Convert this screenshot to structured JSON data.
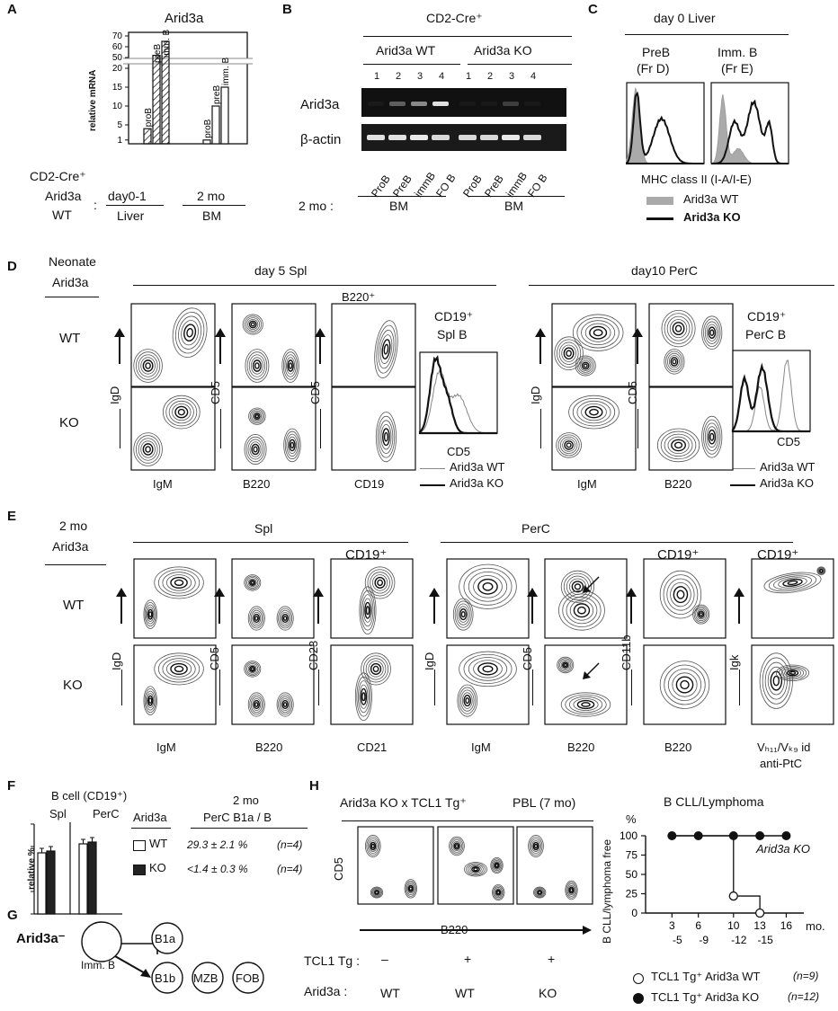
{
  "panel_labels": {
    "a": "A",
    "b": "B",
    "c": "C",
    "d": "D",
    "e": "E",
    "f": "F",
    "g": "G",
    "h": "H"
  },
  "panel_a": {
    "title": "Arid3a",
    "ylabel": "relative mRNA",
    "yticks": [
      "1",
      "5",
      "10",
      "15",
      "20",
      "50",
      "60",
      "70"
    ],
    "bar_labels": [
      "proB",
      "preB",
      "imm. B",
      "proB",
      "preB",
      "imm. B"
    ],
    "row1_label": "CD2-Cre⁺",
    "row2_label": "Arid3a",
    "row3_label": "WT",
    "colon": ":",
    "group1_line1": "day0-1",
    "group1_line2": "Liver",
    "group2_line1": "2 mo",
    "group2_line2": "BM"
  },
  "chart_data": [
    {
      "type": "bar",
      "title": "Arid3a",
      "ylabel": "relative mRNA",
      "categories": [
        "proB",
        "preB",
        "imm. B",
        "proB",
        "preB",
        "imm. B"
      ],
      "groups": [
        "day0-1 Liver",
        "2 mo BM"
      ],
      "values": [
        4,
        52,
        65,
        1,
        10,
        15
      ],
      "ylim": [
        0,
        70
      ],
      "axis_break": [
        20,
        50
      ],
      "fills": [
        "hatched",
        "hatched",
        "hatched",
        "open",
        "open",
        "open"
      ]
    },
    {
      "type": "line",
      "title": "B CLL/Lymphoma",
      "ylabel": "B CLL/lymphoma free",
      "yunit": "%",
      "xunit": "mo.",
      "ylim": [
        0,
        100
      ],
      "yticks": [
        "0",
        "25",
        "50",
        "75",
        "100"
      ],
      "xticks": [
        "3",
        "6",
        "10",
        "13",
        "16"
      ],
      "xticks2": [
        "-5",
        "-9",
        "-12",
        "-15"
      ],
      "series": [
        {
          "name": "TCL1 Tg⁺ Arid3a WT",
          "n": "(n=9)",
          "x": [
            3,
            6,
            10,
            10,
            13,
            13
          ],
          "y": [
            100,
            100,
            100,
            22,
            22,
            0
          ],
          "marker": "open"
        },
        {
          "name": "TCL1 Tg⁺ Arid3a KO",
          "n": "(n=12)",
          "x": [
            3,
            6,
            10,
            13,
            16
          ],
          "y": [
            100,
            100,
            100,
            100,
            100
          ],
          "marker": "filled"
        }
      ]
    },
    {
      "type": "bar",
      "title": "B cell (CD19⁺)",
      "ylabel": "relative %",
      "categories": [
        "Spl",
        "PerC"
      ],
      "series": [
        {
          "name": "WT",
          "values": [
            68,
            78
          ]
        },
        {
          "name": "KO",
          "values": [
            70,
            80
          ]
        }
      ],
      "ylim": [
        0,
        100
      ]
    }
  ],
  "panel_b": {
    "header": "CD2-Cre⁺",
    "group_wt": "Arid3a  WT",
    "group_ko": "Arid3a KO",
    "lanes": [
      "1",
      "2",
      "3",
      "4",
      "1",
      "2",
      "3",
      "4"
    ],
    "row1": "Arid3a",
    "row2": "β-actin",
    "lane_labels": [
      "ProB",
      "PreB",
      "immB",
      "FO B",
      "ProB",
      "PreB",
      "immB",
      "FO B"
    ],
    "footer_label": "2 mo :",
    "footer_bm1": "BM",
    "footer_bm2": "BM",
    "arid3a_intensity": [
      0.08,
      0.25,
      0.45,
      0.85,
      0.05,
      0.06,
      0.1,
      0.05
    ],
    "actin_intensity": [
      0.85,
      0.85,
      0.9,
      0.8,
      0.8,
      0.8,
      0.9,
      0.8
    ]
  },
  "panel_c": {
    "title": "day 0 Liver",
    "hist1_line1": "PreB",
    "hist1_line2": "(Fr D)",
    "hist2_line1": "Imm. B",
    "hist2_line2": "(Fr E)",
    "xlabel": "MHC class II (I-A/I-E)",
    "legend_wt": "Arid3a WT",
    "legend_ko": "Arid3a KO"
  },
  "panel_d": {
    "side_title1": "Neonate",
    "side_title2": "Arid3a",
    "row_wt": "WT",
    "row_ko": "KO",
    "group1": "day 5   Spl",
    "group2": "day10     PerC",
    "b220_plus": "B220⁺",
    "ylabels": [
      "IgD",
      "CD5",
      "CD5",
      "IgD",
      "CD5"
    ],
    "xlabels": [
      "IgM",
      "B220",
      "CD19",
      "IgM",
      "B220"
    ],
    "hist1_title1": "CD19⁺",
    "hist1_title2": "Spl B",
    "hist1_xlabel": "CD5",
    "hist2_title1": "CD19⁺",
    "hist2_title2": "PerC B",
    "hist2_xlabel": "CD5",
    "legend_wt": "Arid3a WT",
    "legend_ko": "Arid3a KO"
  },
  "panel_e": {
    "side_title1": "2 mo",
    "side_title2": "Arid3a",
    "row_wt": "WT",
    "row_ko": "KO",
    "group_spl": "Spl",
    "group_perc": "PerC",
    "cd19_1": "CD19⁺",
    "cd19_2": "CD19⁺",
    "cd19_3": "CD19⁺",
    "ylabels": [
      "IgD",
      "CD5",
      "CD23",
      "IgD",
      "CD5",
      "CD11b",
      "Igk"
    ],
    "xlabels": [
      "IgM",
      "B220",
      "CD21",
      "IgM",
      "B220",
      "B220"
    ],
    "last_xlabel1": "Vₕ₁₁/Vₖ₉ id",
    "last_xlabel2": "anti-PtC"
  },
  "panel_f": {
    "title": "B cell (CD19⁺)",
    "col_spl": "Spl",
    "col_perc": "PerC",
    "ylabel": "relative %",
    "hdr_arid3a": "Arid3a",
    "hdr_2mo": "2 mo",
    "hdr_perc": "PerC   B1a / B",
    "row_wt": "WT",
    "row_ko": "KO",
    "val_wt": "29.3 ± 2.1 %",
    "val_ko": "<1.4 ± 0.3 %",
    "n_wt": "(n=4)",
    "n_ko": "(n=4)"
  },
  "panel_g": {
    "title": "Arid3a⁻",
    "cell": "Imm. B",
    "b1a": "B1a",
    "b1b": "B1b",
    "mzb": "MZB",
    "fob": "FOB"
  },
  "panel_h": {
    "cross": "Arid3a KO  x  TCL1 Tg⁺",
    "pbl": "PBL (7 mo)",
    "ylabel": "CD5",
    "xlabel": "B220",
    "tcl1_label": "TCL1 Tg :",
    "arid3a_label": "Arid3a  :",
    "tcl1_vals": [
      "–",
      "+",
      "+"
    ],
    "arid3a_vals": [
      "WT",
      "WT",
      "KO"
    ],
    "surv_title": "B CLL/Lymphoma",
    "ko_annot": "Arid3a KO",
    "yunit": "%",
    "xunit": "mo."
  }
}
